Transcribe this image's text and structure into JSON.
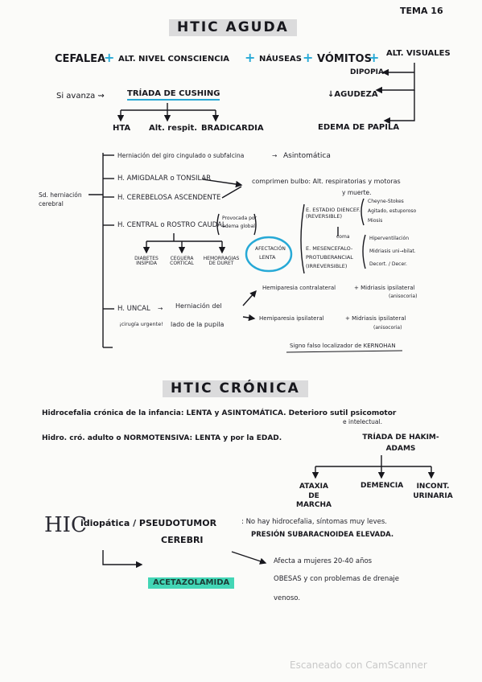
{
  "header": {
    "tema": "TEMA 16"
  },
  "aguda": {
    "title": "HTIC AGUDA",
    "symptoms": [
      "CEFALEA",
      "ALT. NIVEL CONSCIENCIA",
      "NÁUSEAS",
      "VÓMITOS",
      "ALT. VISUALES"
    ],
    "plus_sign": "+",
    "visual": [
      "DIPOPIA",
      "↓AGUDEZA",
      "EDEMA DE PAPILA"
    ],
    "advance_prefix": "Si avanza ⇝",
    "triad_title": "TRÍADA DE CUSHING",
    "triad": [
      "HTA",
      "Alt. respit.",
      "BRADICARDIA"
    ],
    "sindromes_label": "Sd. herniación cerebral",
    "hernias": {
      "h1": "Herniación del giro cingulado o subfalcina",
      "h1_arrow": "→",
      "h1_result": "Asintomática",
      "h2": "H. AMIGDALAR o TONSILAR",
      "h3": "H. CEREBELOSA ASCENDENTE",
      "compression": "comprimen bulbo: Alt. respiratorias y motoras",
      "compression2": "y muerte.",
      "h4": "H. CENTRAL o ROSTRO CAUDAL",
      "h4_box1": "Provocada por",
      "h4_box2": "edema global",
      "h4_consequences": [
        "DIABETES INSÍPIDA",
        "CEGUERA CORTICAL",
        "HEMORRAGIAS DE DURET"
      ],
      "circle1": "AFECTACIÓN",
      "circle2": "LENTA",
      "stage1": "E. ESTADIO DIENCEF. (REVERSIBLE)",
      "stage1_signs": [
        "Cheyne-Stokes",
        "Agitado, estuporoso",
        "Miosis"
      ],
      "coma": "coma",
      "stage2a": "E. MESENCEFALO-",
      "stage2b": "PROTUBERANCIAL",
      "stage2c": "(IRREVERSIBLE)",
      "stage2_signs": [
        "Hiperventilación",
        "Midriasis uni→bilat.",
        "Decort. / Decer."
      ],
      "h5": "H. UNCAL",
      "h5_note": "¡cirugía urgente!",
      "h5_arrow": "→",
      "h5_desc1": "Herniación del",
      "h5_desc2": "lado de la pupila",
      "uncal_r1": "Hemiparesia contralateral",
      "uncal_r1_extra": "+ Midriasis ipsilateral",
      "uncal_r1_sub": "(anisocoria)",
      "uncal_r2": "Hemiparesia ipsilateral",
      "uncal_r2_extra": "+ Midriasis ipsilateral",
      "uncal_r2_sub": "(anisocoria)",
      "kernohan": "Signo falso localizador de KERNOHAN"
    }
  },
  "cronica": {
    "title": "HTIC CRÓNICA",
    "line1": "Hidrocefalia crónica de la infancia: LENTA y ASINTOMÁTICA. Deterioro sutil psicomotor",
    "line1b": "e intelectual.",
    "line2": "Hidro. cró. adulto o NORMOTENSIVA: LENTA y por la EDAD.",
    "triad": "TRÍADA DE HAKIM-ADAMS",
    "triad_items": [
      "ATAXIA DE MARCHA",
      "DEMENCIA",
      "INCONT. URINARIA"
    ]
  },
  "hic": {
    "big": "HIC",
    "title1": "idiopática / PSEUDOTUMOR",
    "title2": "CEREBRI",
    "desc1": ": No hay hidrocefalia, síntomas muy leves.",
    "desc2": "PRESIÓN SUBARACNOIDEA ELEVADA.",
    "note1": "Afecta a mujeres 20-40 años",
    "note2": "OBESAS y con problemas de drenaje",
    "note3": "venoso.",
    "treatment": "ACETAZOLAMIDA"
  },
  "footer": {
    "scanner": "Escaneado con CamScanner"
  },
  "colors": {
    "accent_blue": "#27a9d6",
    "highlight_teal": "#43d6b6",
    "ink": "#17171d"
  }
}
